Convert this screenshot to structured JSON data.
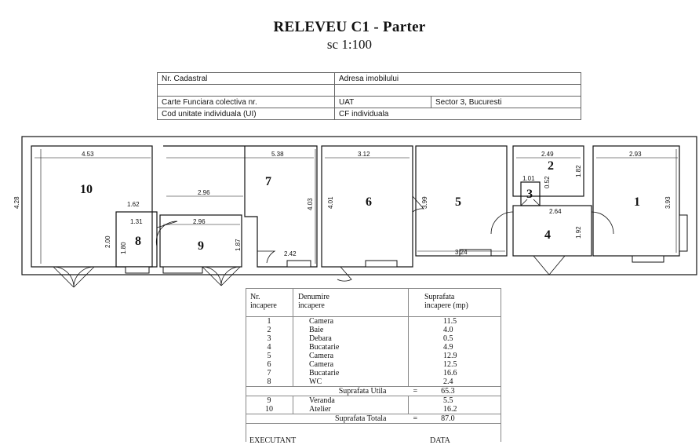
{
  "header": {
    "title": "RELEVEU  C1 - Parter",
    "scale": "sc 1:100"
  },
  "info_table": {
    "nr_cadastral": "Nr. Cadastral",
    "adresa": "Adresa imobilului",
    "carte_funciara": "Carte Funciara colectiva nr.",
    "uat": "UAT",
    "sector": "Sector 3, Bucuresti",
    "cod_ui": "Cod unitate individuala (UI)",
    "cf_individuala": "CF individuala"
  },
  "plan": {
    "room_numbers": [
      "10",
      "7",
      "8",
      "9",
      "6",
      "5",
      "2",
      "3",
      "4",
      "1"
    ],
    "dimensions": [
      "4.53",
      "4.28",
      "1.62",
      "2.00",
      "1.31",
      "1.80",
      "5.38",
      "2.96",
      "2.96",
      "4.03",
      "1.87",
      "2.42",
      "3.12",
      "4.01",
      "3.99",
      "3.24",
      "2.49",
      "1.01",
      "0.52",
      "1.82",
      "2.64",
      "1.92",
      "2.93",
      "3.93"
    ]
  },
  "rooms_table": {
    "head_nr": [
      "Nr.",
      "incapere"
    ],
    "head_den": [
      "Denumire",
      "incapere"
    ],
    "head_sup": [
      "Suprafata",
      "incapere (mp)"
    ],
    "rows": [
      {
        "nr": "1",
        "name": "Camera",
        "area": "11.5"
      },
      {
        "nr": "2",
        "name": "Baie",
        "area": "4.0"
      },
      {
        "nr": "3",
        "name": "Debara",
        "area": "0.5"
      },
      {
        "nr": "4",
        "name": "Bucatarie",
        "area": "4.9"
      },
      {
        "nr": "5",
        "name": "Camera",
        "area": "12.9"
      },
      {
        "nr": "6",
        "name": "Camera",
        "area": "12.5"
      },
      {
        "nr": "7",
        "name": "Bucatarie",
        "area": "16.6"
      },
      {
        "nr": "8",
        "name": "WC",
        "area": "2.4"
      }
    ],
    "utila_label": "Suprafata Utila",
    "utila_eq": "=",
    "utila_value": "65.3",
    "rows2": [
      {
        "nr": "9",
        "name": "Veranda",
        "area": "5.5"
      },
      {
        "nr": "10",
        "name": "Atelier",
        "area": "16.2"
      }
    ],
    "totala_label": "Suprafata Totala",
    "totala_eq": "=",
    "totala_value": "87.0",
    "executant": "EXECUTANT",
    "data": "DATA"
  }
}
